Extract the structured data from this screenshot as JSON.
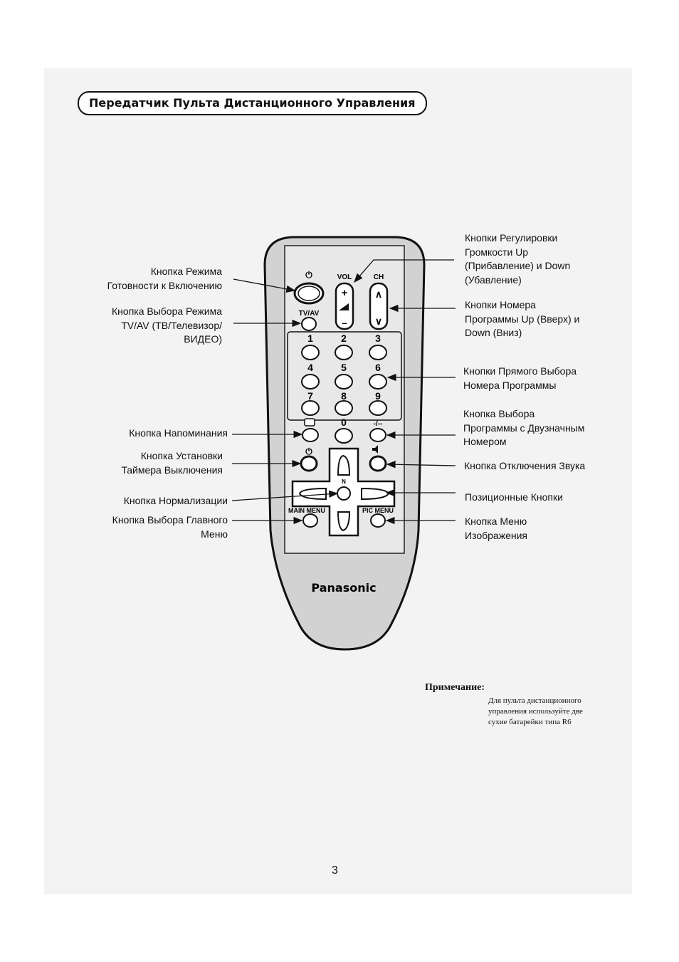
{
  "page": {
    "title": "Передатчик Пульта Дистанционного Управления",
    "page_number": "3"
  },
  "remote": {
    "brand": "Panasonic",
    "key_labels": {
      "power": "⏻",
      "vol": "VOL",
      "ch": "CH",
      "tvav": "TV/AV",
      "vol_plus": "+",
      "vol_minus": "–",
      "ch_up": "∧",
      "ch_down": "∨",
      "digits": [
        "1",
        "2",
        "3",
        "4",
        "5",
        "6",
        "7",
        "8",
        "9",
        "0"
      ],
      "two_digit": "-/--",
      "n": "N",
      "main_menu": "MAIN MENU",
      "pic_menu": "PIC MENU"
    }
  },
  "callouts": {
    "standby": "Кнопка Режима\nГотовности к Включению",
    "tvav": "Кнопка Выбора Режима\nTV/AV (ТВ/Телевизор/\nВИДЕО)",
    "recall": "Кнопка Напоминания",
    "off_timer": "Кнопка Установки\nТаймера Выключения",
    "normalize": "Кнопка Нормализации",
    "main_menu": "Кнопка Выбора Главного\nМеню",
    "volume": "Кнопки Регулировки\nГромкости Up\n(Прибавление) и Down\n(Убавление)",
    "program": "Кнопки Номера\nПрограммы Up (Вверх) и\nDown (Вниз)",
    "direct": "Кнопки Прямого Выбора\nНомера Программы",
    "two_digit": "Кнопка Выбора\nПрограммы с Двузначным\nНомером",
    "mute": "Кнопка Отключения Звука",
    "position": "Позиционные Кнопки",
    "pic_menu": "Кнопка Меню\nИзображения"
  },
  "note": {
    "heading": "Примечание:",
    "body": "Для пульта дистанционного\nуправления используйте две\nсухие батарейки типа R6"
  }
}
